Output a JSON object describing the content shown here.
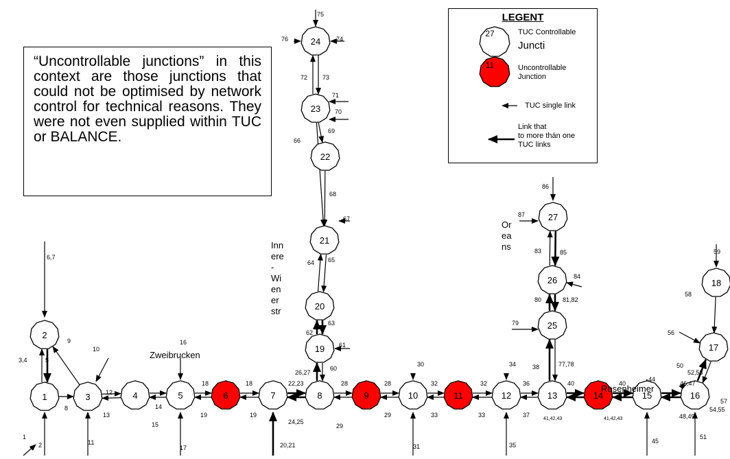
{
  "note": {
    "text": "“Uncontrollable junctions” in this context are those junctions that could not be optimised by network control for technical reasons. They were not even supplied within TUC or BALANCE."
  },
  "legend": {
    "title": "LEGENT",
    "controllable_sample": "27",
    "controllable_label_1": "TUC Controllable",
    "controllable_label_2": "Juncti",
    "uncontrollable_sample": "11",
    "uncontrollable_label_1": "Uncontrollable",
    "uncontrollable_label_2": "Junction",
    "single_link_label": "TUC single link",
    "multi_link_label_1": "Link that",
    "multi_link_label_2": "to more thán one",
    "multi_link_label_3": "TUC links"
  },
  "street_labels": {
    "zweibrucken": "Zweibrucken",
    "rosenheimer": "Rosenheimer",
    "orleans": [
      "Or",
      "ea",
      "ns"
    ],
    "innere": [
      "Inn",
      "ere",
      "-",
      "Wi",
      "en",
      "er",
      "str"
    ]
  },
  "colors": {
    "controllable": "#ffffff",
    "uncontrollable": "#ff0000",
    "stroke": "#000000"
  },
  "nodes": [
    {
      "id": "1",
      "label": "1",
      "controllable": true
    },
    {
      "id": "2",
      "label": "2",
      "controllable": true
    },
    {
      "id": "3",
      "label": "3",
      "controllable": true
    },
    {
      "id": "4",
      "label": "4",
      "controllable": true
    },
    {
      "id": "5",
      "label": "5",
      "controllable": true
    },
    {
      "id": "6",
      "label": "6",
      "controllable": false
    },
    {
      "id": "7",
      "label": "7",
      "controllable": true
    },
    {
      "id": "8",
      "label": "8",
      "controllable": true
    },
    {
      "id": "9",
      "label": "9",
      "controllable": false
    },
    {
      "id": "10",
      "label": "10",
      "controllable": true
    },
    {
      "id": "11",
      "label": "11",
      "controllable": false
    },
    {
      "id": "12",
      "label": "12",
      "controllable": true
    },
    {
      "id": "13",
      "label": "13",
      "controllable": true
    },
    {
      "id": "14",
      "label": "14",
      "controllable": false
    },
    {
      "id": "15",
      "label": "15",
      "controllable": true
    },
    {
      "id": "16",
      "label": "16",
      "controllable": true
    },
    {
      "id": "17",
      "label": "17",
      "controllable": true
    },
    {
      "id": "18",
      "label": "18",
      "controllable": true
    },
    {
      "id": "19",
      "label": "19",
      "controllable": true
    },
    {
      "id": "20",
      "label": "20",
      "controllable": true
    },
    {
      "id": "21",
      "label": "21",
      "controllable": true
    },
    {
      "id": "22",
      "label": "22",
      "controllable": true
    },
    {
      "id": "23",
      "label": "23",
      "controllable": true
    },
    {
      "id": "24",
      "label": "24",
      "controllable": true
    },
    {
      "id": "25",
      "label": "25",
      "controllable": true
    },
    {
      "id": "26",
      "label": "26",
      "controllable": true
    },
    {
      "id": "27",
      "label": "27",
      "controllable": true
    }
  ],
  "link_labels": [
    "1",
    "2",
    "3,4",
    "5",
    "6,7",
    "8",
    "9",
    "10",
    "11",
    "12",
    "13",
    "14",
    "15",
    "16",
    "17",
    "18",
    "18",
    "19",
    "19",
    "20,21",
    "22,23",
    "24,25",
    "26,27",
    "28",
    "28",
    "29",
    "29",
    "30",
    "31",
    "32",
    "32",
    "33",
    "33",
    "34",
    "35",
    "36",
    "37",
    "38",
    "40",
    "40",
    "41,42,43",
    "41,42,43",
    "44",
    "45",
    "46,47",
    "48,49",
    "50",
    "51",
    "52,53",
    "54,55",
    "56",
    "57",
    "58",
    "59",
    "60",
    "61",
    "62",
    "63",
    "64",
    "65",
    "66",
    "67",
    "68",
    "69",
    "70",
    "71",
    "72",
    "73",
    "74",
    "75",
    "76",
    "77,78",
    "79",
    "80",
    "81,82",
    "83",
    "84",
    "85",
    "86",
    "87"
  ]
}
